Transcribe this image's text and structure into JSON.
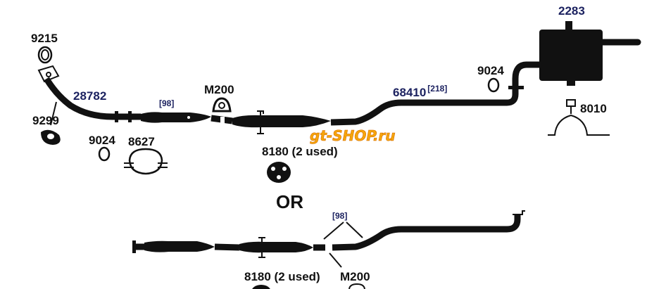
{
  "labels": {
    "p9215": "9215",
    "p2283": "2283",
    "p28782": "28782",
    "p98_top": "[98]",
    "pM200_top": "M200",
    "p68410": "68410",
    "p68410_sup": "[218]",
    "p9024_right": "9024",
    "p8010": "8010",
    "p9299": "9299",
    "p9024_left": "9024",
    "p8627": "8627",
    "p8180_top": "8180 (2 used)",
    "or": "OR",
    "p98_bottom": "[98]",
    "p8180_bottom": "8180 (2 used)",
    "pM200_bottom": "M200"
  },
  "watermark": "gt-SHOP.ru",
  "colors": {
    "part_number_blue": "#1c2260",
    "ink": "#111111",
    "watermark": "#f6a60c"
  }
}
